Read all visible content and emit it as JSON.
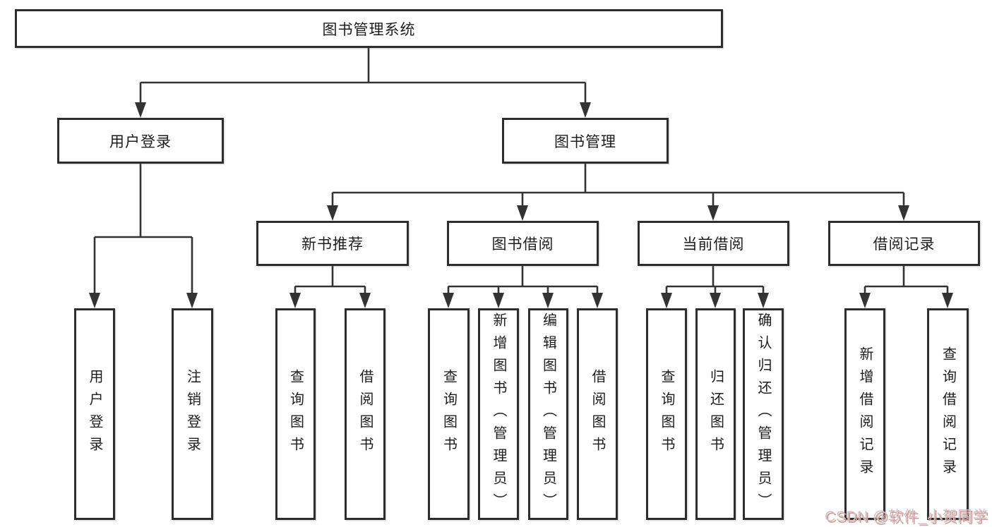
{
  "tree": {
    "root": {
      "label": "图书管理系统"
    },
    "user_login": {
      "label": "用户登录",
      "children": [
        "用户登录",
        "注销登录"
      ]
    },
    "book_mgmt": {
      "label": "图书管理"
    },
    "new_book": {
      "label": "新书推荐",
      "children": [
        "查询图书",
        "借阅图书"
      ]
    },
    "book_borrow": {
      "label": "图书借阅",
      "children": [
        "查询图书",
        "新增图书（管理员）",
        "编辑图书（管理员）",
        "借阅图书"
      ]
    },
    "current_borrow": {
      "label": "当前借阅",
      "children": [
        "查询图书",
        "归还图书",
        "确认归还（管理员）"
      ]
    },
    "borrow_records": {
      "label": "借阅记录",
      "children": [
        "新增借阅记录",
        "查询借阅记录"
      ]
    }
  },
  "watermark": {
    "text": "CSDN @软件_小贺同学"
  },
  "colors": {
    "line": "#333333",
    "box_border": "#2d2d2d",
    "text": "#1d1d1d",
    "watermark_gray": "#c6c6c6",
    "watermark_shadow": "#e09090"
  }
}
